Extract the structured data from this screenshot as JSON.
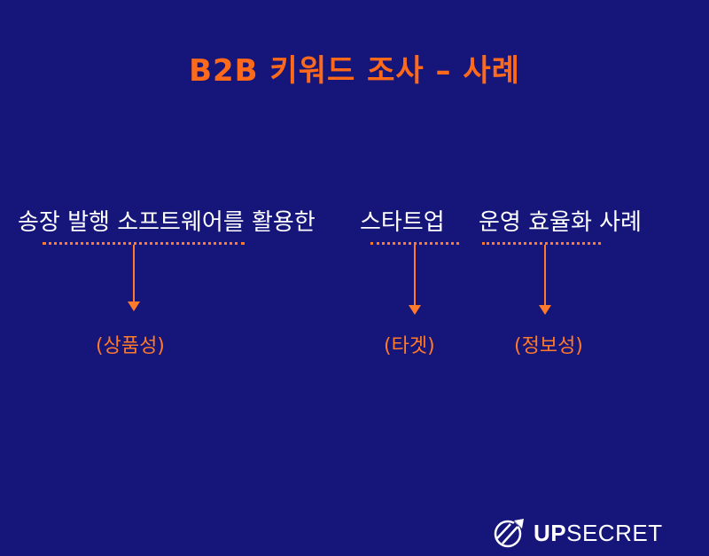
{
  "title": "B2B 키워드 조사 – 사례",
  "sentence": {
    "part1": "송장 발행 소프트웨어를 활용한",
    "part2": "스타트업",
    "part3": "운영 효율화 사례"
  },
  "tags": {
    "product": "(상품성)",
    "target": "(타겟)",
    "info": "(정보성)"
  },
  "logo": {
    "bold": "UP",
    "regular": "SECRET"
  },
  "colors": {
    "background": "#16167a",
    "accent": "#ff6a1a",
    "text": "#ffffff"
  }
}
